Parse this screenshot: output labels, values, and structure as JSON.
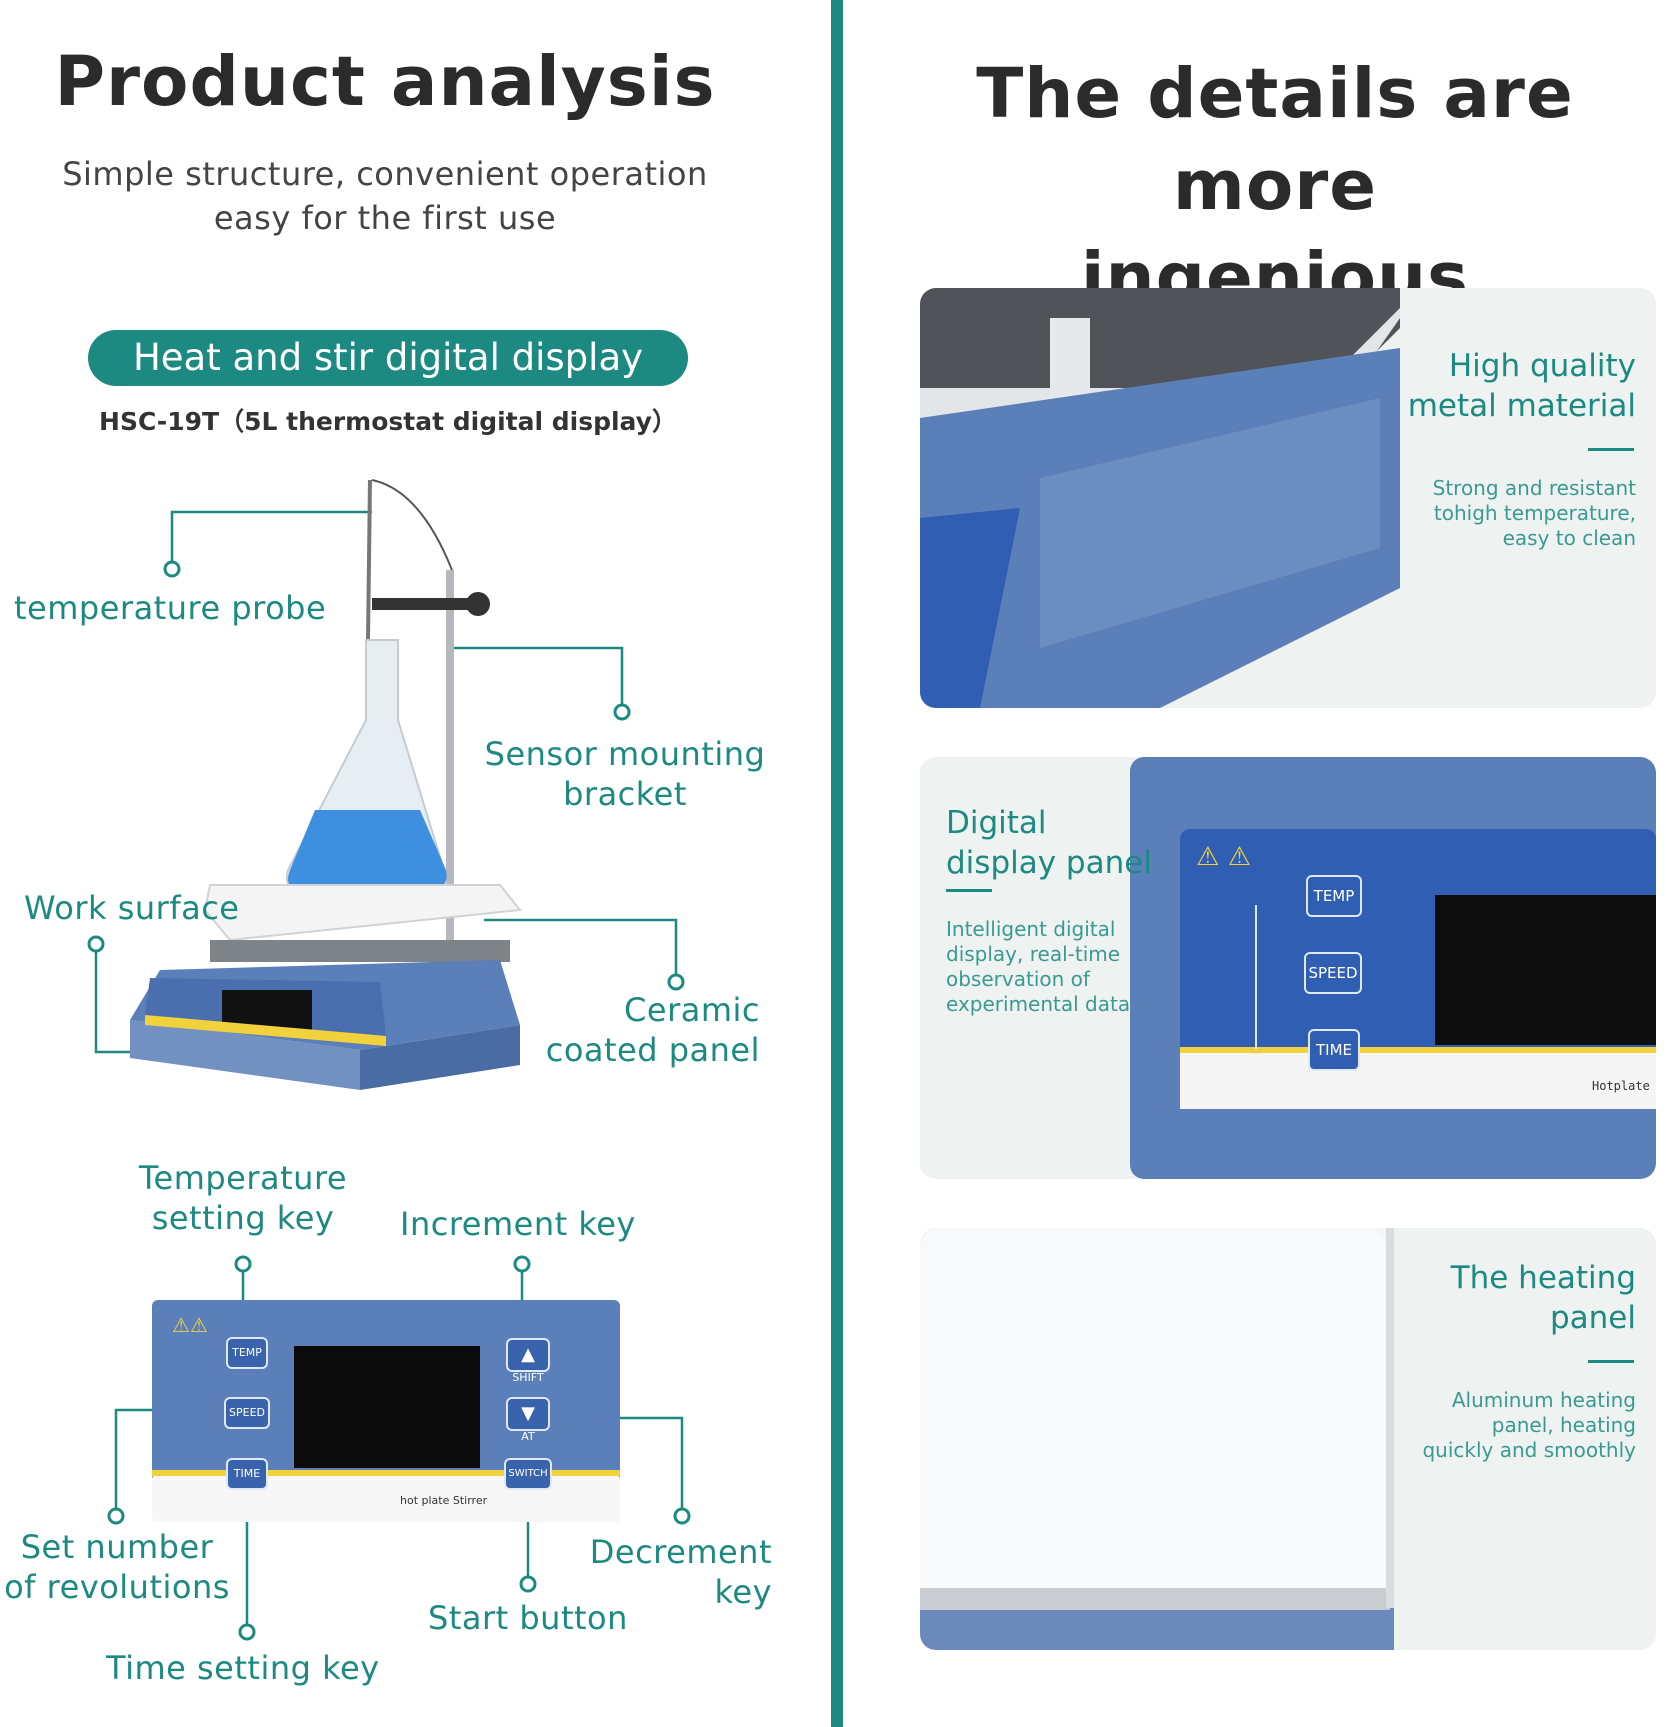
{
  "left": {
    "title": "Product analysis",
    "subtitle_line1": "Simple structure, convenient operation",
    "subtitle_line2": "easy for the first use",
    "pill": "Heat and stir digital display",
    "model": "HSC-19T（5L thermostat digital display）",
    "labels": {
      "temperature_probe": "temperature probe",
      "sensor_bracket_1": "Sensor mounting",
      "sensor_bracket_2": "bracket",
      "work_surface": "Work surface",
      "ceramic_1": "Ceramic",
      "ceramic_2": "coated panel",
      "temp_key_1": "Temperature",
      "temp_key_2": "setting key",
      "increment_key": "Increment key",
      "revolutions_1": "Set number",
      "revolutions_2": "of revolutions",
      "decrement_1": "Decrement",
      "decrement_2": "key",
      "start_button": "Start button",
      "time_key": "Time setting key"
    },
    "panel_keys": {
      "temp": "TEMP",
      "speed": "SPEED",
      "time": "TIME",
      "shift": "SHIFT",
      "at": "AT",
      "switch": "SWITCH",
      "brand": "hot plate Stirrer"
    }
  },
  "right": {
    "title_line1": "The details are more",
    "title_line2": "ingenious",
    "card1": {
      "heading1": "High quality",
      "heading2": "metal material",
      "text1": "Strong and resistant",
      "text2": "tohigh temperature,",
      "text3": "easy to clean"
    },
    "card2": {
      "heading1": "Digital",
      "heading2": "display panel",
      "text1": "Intelligent digital",
      "text2": "display, real-time",
      "text3": "observation of",
      "text4": "experimental data",
      "keys": {
        "temp": "TEMP",
        "speed": "SPEED",
        "time": "TIME"
      },
      "brand": "Hotplate S"
    },
    "card3": {
      "heading1": "The heating",
      "heading2": "panel",
      "text1": "Aluminum heating",
      "text2": "panel, heating",
      "text3": "quickly and smoothly"
    }
  },
  "colors": {
    "accent": "#1c8a80",
    "device_blue": "#5b7fb8",
    "panel_blue": "#2f5eb3",
    "yellow": "#f2d23c"
  }
}
